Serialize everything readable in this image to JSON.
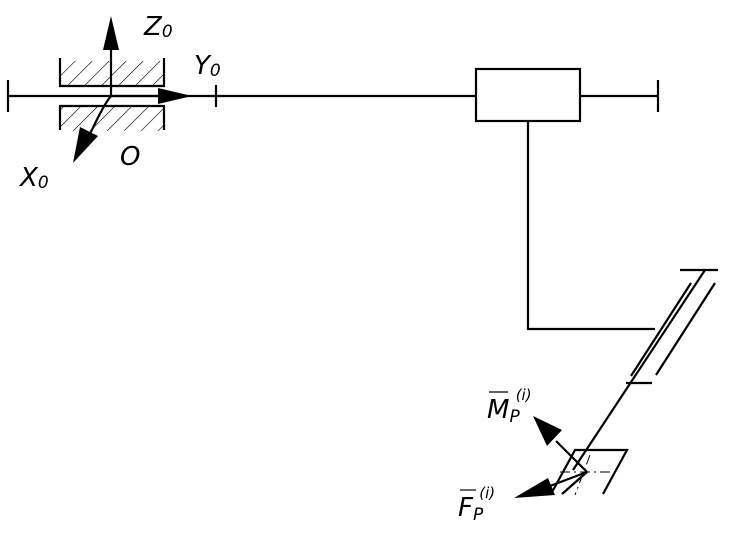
{
  "diagram": {
    "title": "Kinematic chain with base coordinate frame and end-effector loads",
    "colors": {
      "stroke": "#000000",
      "background": "#ffffff"
    },
    "base_frame": {
      "origin_label": "O",
      "axes": [
        {
          "name": "Z",
          "subscript": "0"
        },
        {
          "name": "Y",
          "subscript": "0"
        },
        {
          "name": "X",
          "subscript": "0"
        }
      ]
    },
    "components": [
      {
        "type": "prismatic-guide",
        "description": "hatched sliding guide at base"
      },
      {
        "type": "slider-block",
        "description": "rectangular carriage on horizontal beam"
      },
      {
        "type": "vertical-link",
        "description": "link down from carriage"
      },
      {
        "type": "telescopic-joint",
        "description": "inclined prismatic joint"
      },
      {
        "type": "end-effector",
        "description": "parallelogram gripper with load point"
      }
    ],
    "loads": {
      "moment": {
        "symbol": "M",
        "subscript": "P",
        "superscript": "(i)"
      },
      "force": {
        "symbol": "F",
        "subscript": "P",
        "superscript": "(i)"
      }
    }
  }
}
